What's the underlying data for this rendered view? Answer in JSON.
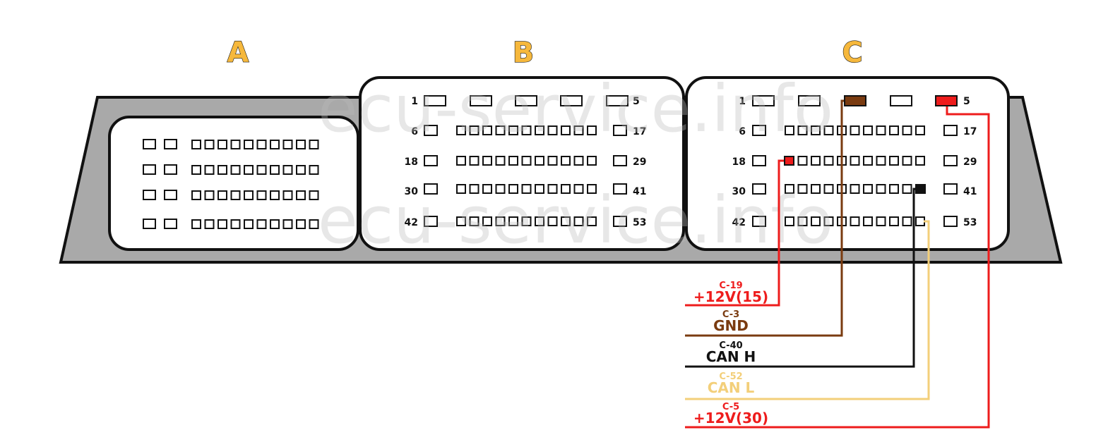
{
  "sections": [
    {
      "label": "A"
    },
    {
      "label": "B"
    },
    {
      "label": "C"
    }
  ],
  "connector_b": {
    "pin_labels": {
      "r1_left": "1",
      "r1_right": "5",
      "r2_left": "6",
      "r2_right": "17",
      "r3_left": "18",
      "r3_right": "29",
      "r4_left": "30",
      "r4_right": "41",
      "r5_left": "42",
      "r5_right": "53"
    }
  },
  "connector_c": {
    "pin_labels": {
      "r1_left": "1",
      "r1_right": "5",
      "r2_left": "6",
      "r2_right": "17",
      "r3_left": "18",
      "r3_right": "29",
      "r4_left": "30",
      "r4_right": "41",
      "r5_left": "42",
      "r5_right": "53"
    }
  },
  "watermark": "ecu-service.info",
  "signals": [
    {
      "pin": "C-19",
      "name": "+12V(15)",
      "color": "#ee1c1c"
    },
    {
      "pin": "C-3",
      "name": "GND",
      "color": "#7a3b10"
    },
    {
      "pin": "C-40",
      "name": "CAN H",
      "color": "#111111"
    },
    {
      "pin": "C-52",
      "name": "CAN L",
      "color": "#f3cf7a"
    },
    {
      "pin": "C-5",
      "name": "+12V(30)",
      "color": "#ee1c1c"
    }
  ],
  "colors": {
    "housing": "#a9a9a9",
    "section_label": "#f6b83c",
    "red_wire": "#ee1c1c",
    "brown_wire": "#7a3b10",
    "black_wire": "#111111",
    "tan_wire": "#f3cf7a"
  }
}
